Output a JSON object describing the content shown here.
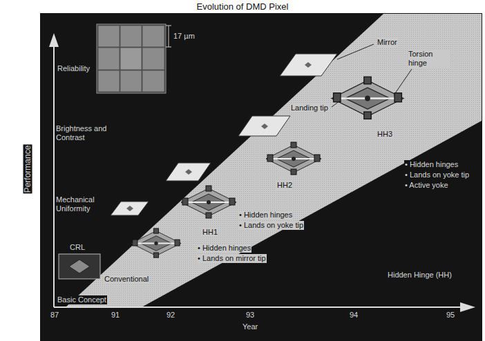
{
  "diagram": {
    "title": "Evolution of DMD Pixel",
    "labels": [
      "Performance",
      "Reliability",
      "17 µm",
      "Brightness and Contrast",
      "Mechanical Uniformity",
      "CRL",
      "Conventional",
      "Basic Concept",
      "Mirror",
      "Torsion hinge",
      "Landing tip",
      "HH3",
      "• Hidden hinges",
      "• Lands on yoke tip",
      "• Active yoke",
      "HH2",
      "HH1",
      "• Hidden hinges",
      "• Lands on yoke tip",
      "• Hidden hinges",
      "• Lands on mirror tip",
      "Hidden Hinge (HH)",
      "87",
      "91",
      "92",
      "93",
      "94",
      "95",
      "Year"
    ]
  }
}
